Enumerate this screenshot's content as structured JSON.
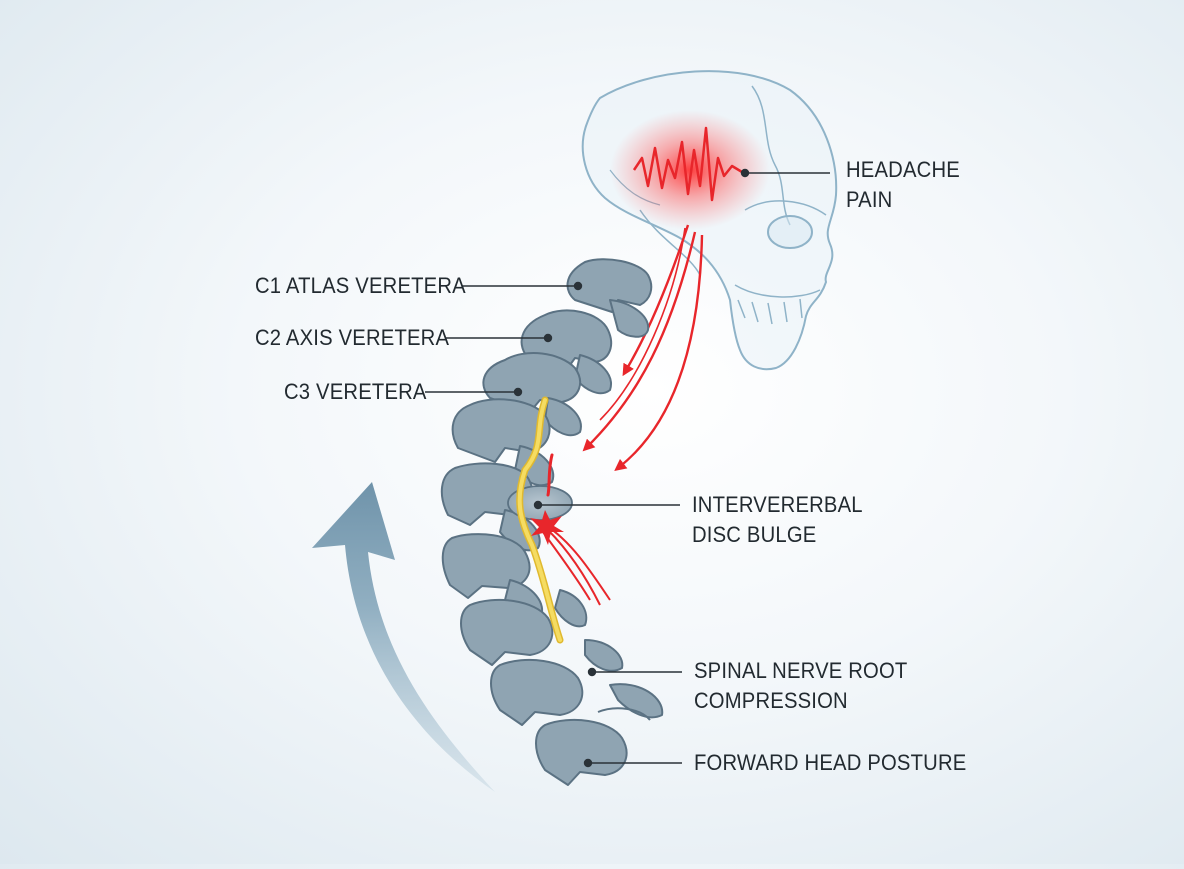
{
  "labels": {
    "headache": [
      "HEADACHE",
      "PAIN"
    ],
    "c1": "C1 ATLAS VERETERA",
    "c2": "C2 AXIS VERETERA",
    "c3": "C3 VERETERA",
    "disc": [
      "INTERVERERBAL",
      "DISC BULGE"
    ],
    "nerve": [
      "SPINAL NERVE ROOT",
      "COMPRESSION"
    ],
    "posture": "FORWARD HEAD POSTURE"
  },
  "colors": {
    "bone": "#8fa4b2",
    "bone_stroke": "#5b7283",
    "skull_stroke": "#8fb3c8",
    "pain": "#e8262b",
    "nerve": "#f2d148",
    "posture_arrow": "#7a9db3",
    "leader": "#2a3238"
  },
  "icons": [
    "skull-icon",
    "pain-wave-icon",
    "spine-icon",
    "posture-arrow-icon",
    "bulge-burst-icon"
  ]
}
